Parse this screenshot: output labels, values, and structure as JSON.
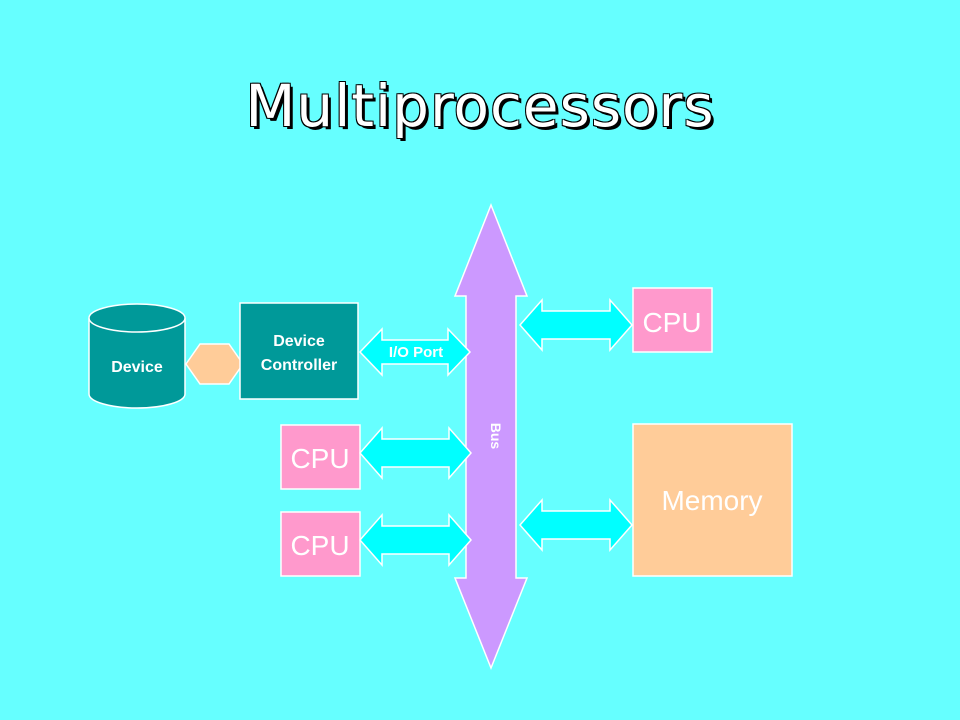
{
  "title": "Multiprocessors",
  "colors": {
    "background": "#66ffff",
    "bus": "#cc99ff",
    "cpu": "#ff99cc",
    "memory": "#ffcc99",
    "device_controller": "#009999",
    "io_arrow": "#00ffff",
    "device_link": "#ffcc99"
  },
  "diagram": {
    "device_label": "Device",
    "controller_label_line1": "Device",
    "controller_label_line2": "Controller",
    "io_port_label": "I/O Port",
    "bus_label": "Bus",
    "cpu_top_label": "CPU",
    "cpu_left1_label": "CPU",
    "cpu_left2_label": "CPU",
    "memory_label": "Memory"
  }
}
